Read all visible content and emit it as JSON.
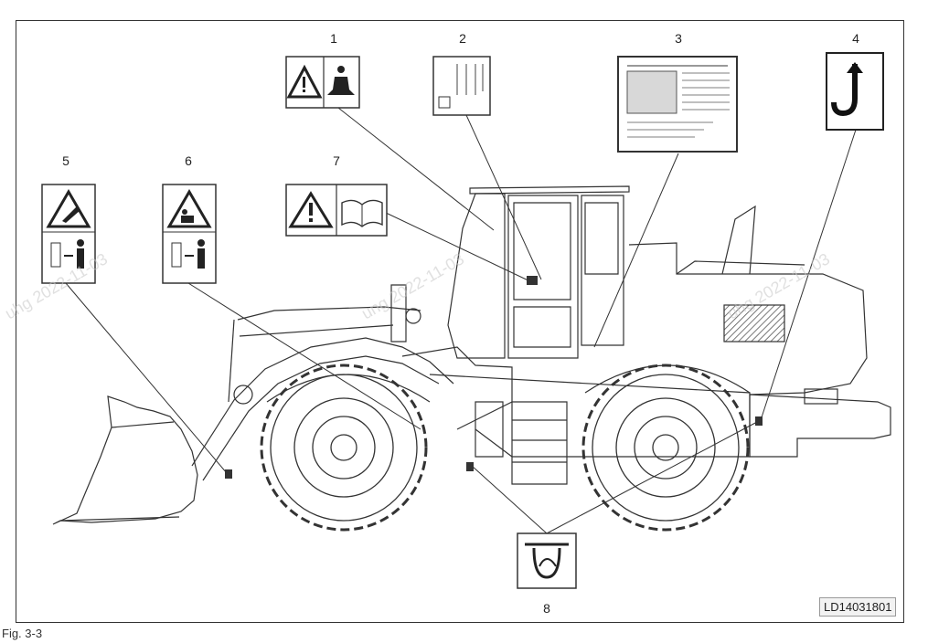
{
  "labels": [
    "1",
    "2",
    "3",
    "4",
    "5",
    "6",
    "7",
    "8"
  ],
  "drawing_code": "LD14031801",
  "caption": "Fig. 3-3",
  "colors": {
    "line": "#333333",
    "frame": "#333333",
    "plate_fill": "#ffffff",
    "hatch": "#555555"
  },
  "icons": [
    "warning-seatbelt-decal",
    "caution-text-decal",
    "specification-plate",
    "lifting-hook-decal",
    "crush-hazard-keep-clear-decal",
    "pinch-hazard-keep-clear-decal",
    "warning-read-manual-decal",
    "tie-down-decal"
  ]
}
